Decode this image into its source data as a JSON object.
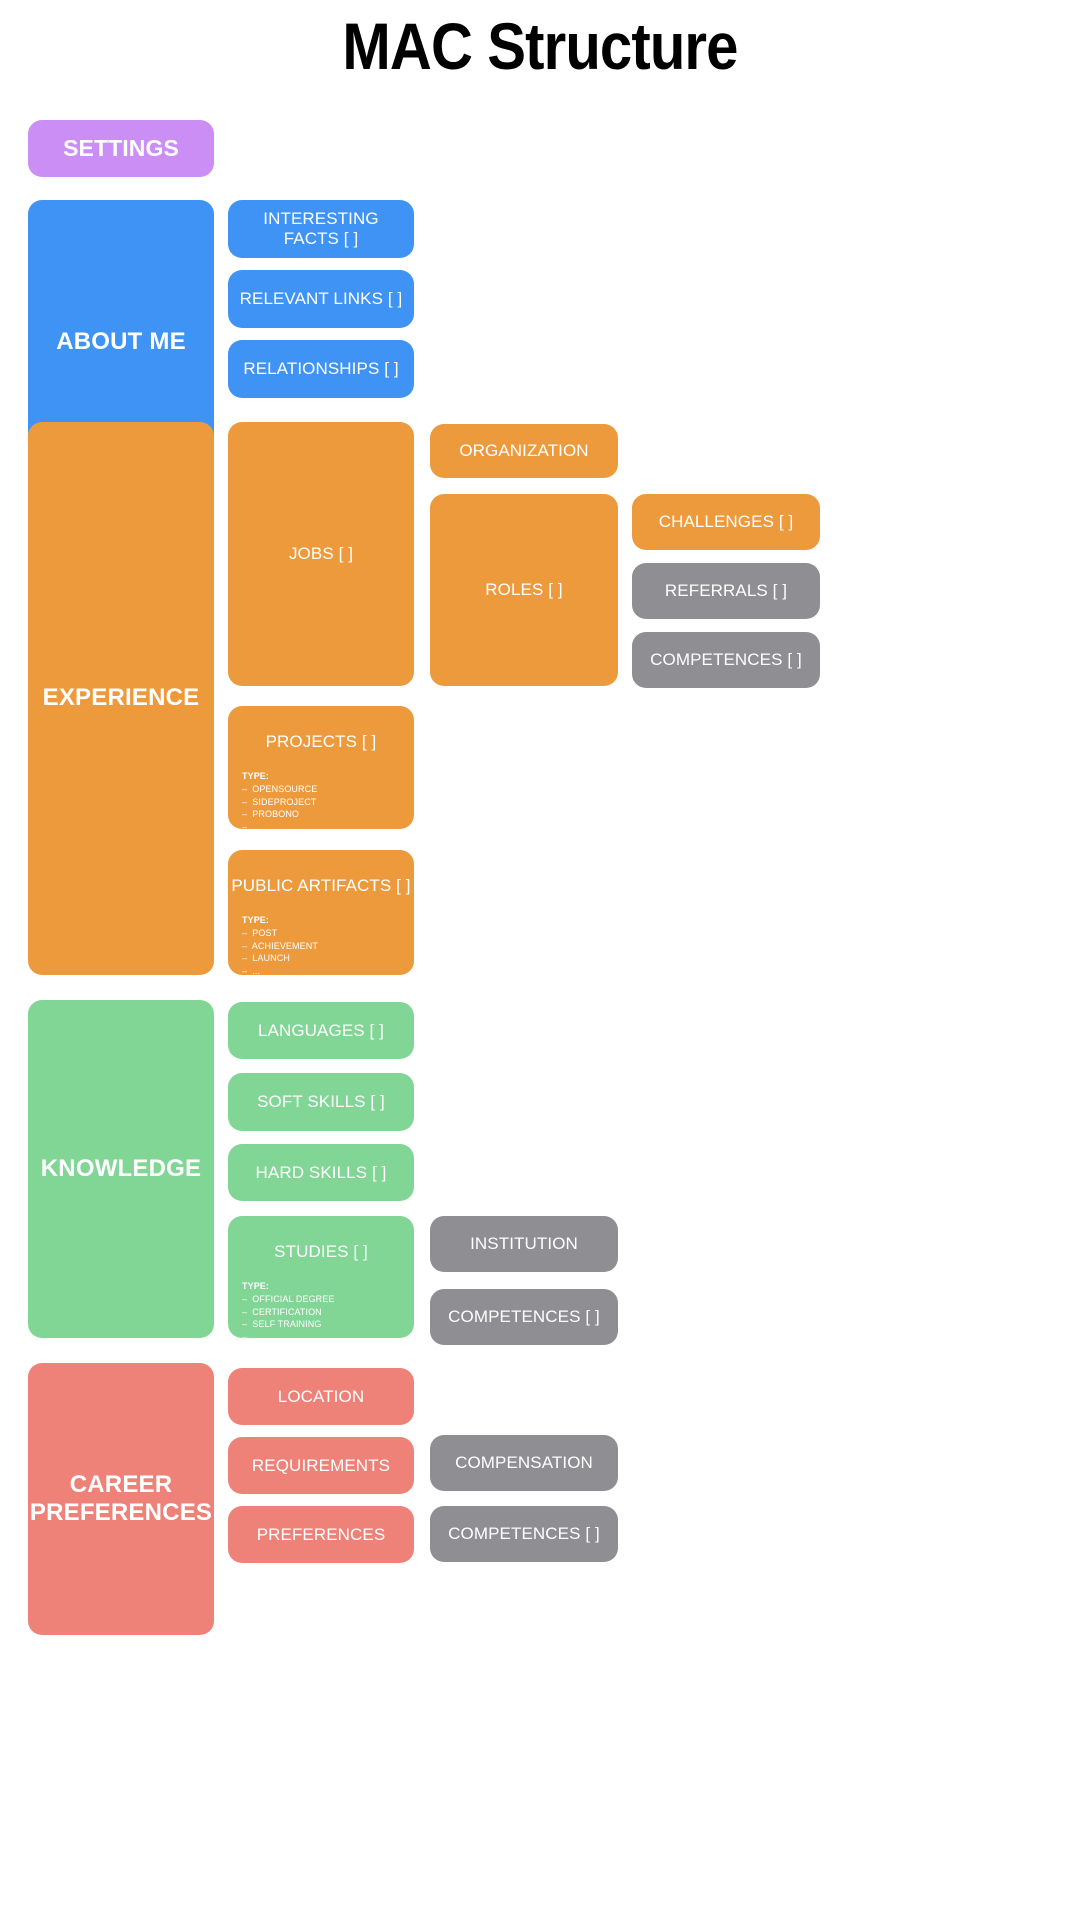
{
  "page": {
    "title": "MAC Structure",
    "background": "#ffffff"
  },
  "palette": {
    "purple": "#ca8ef5",
    "blue": "#3f93f4",
    "orange": "#ed9a3d",
    "green": "#81d695",
    "red": "#ee8279",
    "gray": "#8e8e93",
    "text": "#ffffff",
    "title_text": "#000000"
  },
  "sections": {
    "settings": {
      "label": "SETTINGS",
      "color": "#ca8ef5"
    },
    "about_me": {
      "label": "ABOUT ME",
      "color": "#3f93f4",
      "children": [
        {
          "label": "INTERESTING FACTS [ ]",
          "color": "#3f93f4"
        },
        {
          "label": "RELEVANT LINKS [ ]",
          "color": "#3f93f4"
        },
        {
          "label": "RELATIONSHIPS [ ]",
          "color": "#3f93f4"
        }
      ]
    },
    "experience": {
      "label": "EXPERIENCE",
      "color": "#ed9a3d",
      "jobs": {
        "label": "JOBS [ ]",
        "color": "#ed9a3d",
        "children": [
          {
            "label": "ORGANIZATION",
            "color": "#ed9a3d"
          },
          {
            "label": "ROLES [ ]",
            "color": "#ed9a3d",
            "children": [
              {
                "label": "CHALLENGES [ ]",
                "color": "#ed9a3d"
              },
              {
                "label": "REFERRALS [ ]",
                "color": "#8e8e93"
              },
              {
                "label": "COMPETENCES [ ]",
                "color": "#8e8e93"
              }
            ]
          }
        ]
      },
      "projects": {
        "label": "PROJECTS [ ]",
        "color": "#ed9a3d",
        "type_heading": "TYPE:",
        "type_items": [
          "–  OPENSOURCE",
          "–  SIDEPROJECT",
          "–  PROBONO",
          "–  ..."
        ]
      },
      "public_artifacts": {
        "label": "PUBLIC ARTIFACTS [ ]",
        "color": "#ed9a3d",
        "type_heading": "TYPE:",
        "type_items": [
          "–  POST",
          "–  ACHIEVEMENT",
          "–  LAUNCH",
          "–  ..."
        ]
      }
    },
    "knowledge": {
      "label": "KNOWLEDGE",
      "color": "#81d695",
      "children": [
        {
          "label": "LANGUAGES [ ]",
          "color": "#81d695"
        },
        {
          "label": "SOFT SKILLS [ ]",
          "color": "#81d695"
        },
        {
          "label": "HARD SKILLS [ ]",
          "color": "#81d695"
        }
      ],
      "studies": {
        "label": "STUDIES [ ]",
        "color": "#81d695",
        "type_heading": "TYPE:",
        "type_items": [
          "–  OFFICIAL DEGREE",
          "–  CERTIFICATION",
          "–  SELF TRAINING",
          "–  ..."
        ],
        "children": [
          {
            "label": "INSTITUTION",
            "color": "#8e8e93"
          },
          {
            "label": "COMPETENCES [ ]",
            "color": "#8e8e93"
          }
        ]
      }
    },
    "career_preferences": {
      "label": "CAREER\nPREFERENCES",
      "color": "#ee8279",
      "children": [
        {
          "label": "LOCATION",
          "color": "#ee8279"
        },
        {
          "label": "REQUIREMENTS",
          "color": "#ee8279"
        },
        {
          "label": "PREFERENCES",
          "color": "#ee8279"
        }
      ],
      "extras": [
        {
          "label": "COMPENSATION",
          "color": "#8e8e93"
        },
        {
          "label": "COMPETENCES [ ]",
          "color": "#8e8e93"
        }
      ]
    }
  }
}
